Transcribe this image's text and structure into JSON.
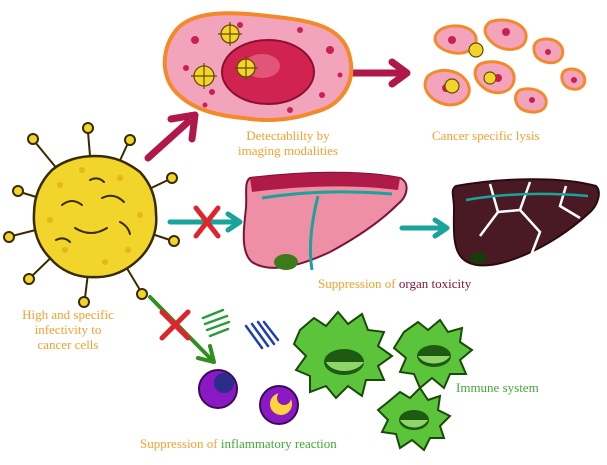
{
  "labels": {
    "imaging_line1": "Detectablilty by",
    "imaging_line2": "imaging modalities",
    "lysis": "Cancer specific lysis",
    "organ_prefix": "Suppression of ",
    "organ_suffix": "organ toxicity",
    "infect_line1": "High and specific",
    "infect_line2": "infectivity to",
    "infect_line3": "cancer cells",
    "immune": "Immune system",
    "inflam_prefix": "Suppression of ",
    "inflam_suffix": "inflammatory reaction"
  },
  "colors": {
    "orange_text": "#f5a030",
    "green_text": "#43a83a",
    "maroon_text": "#7a1438",
    "arrow_maroon": "#b0174a",
    "arrow_teal": "#19a39a",
    "arrow_green": "#2f8f1f",
    "cross_red": "#e0242c",
    "virus_yellow": "#f2d52a",
    "cell_pink": "#f3a4bd",
    "cell_orange": "#f4892a",
    "liver_pink": "#ef8fa6",
    "liver_dark": "#4a1a24",
    "immune_green": "#5cc43b",
    "granule_purple": "#8a19c4",
    "granule_yellow": "#ffd43a"
  },
  "icons": {
    "virus": "virus-icon",
    "cancer_cell": "cancer-cell-icon",
    "lysed_cells": "lysed-cells-icon",
    "liver": "liver-icon",
    "damaged_liver": "damaged-liver-icon",
    "immune_cell": "immune-cell-icon",
    "cytokine": "cytokine-icon"
  }
}
